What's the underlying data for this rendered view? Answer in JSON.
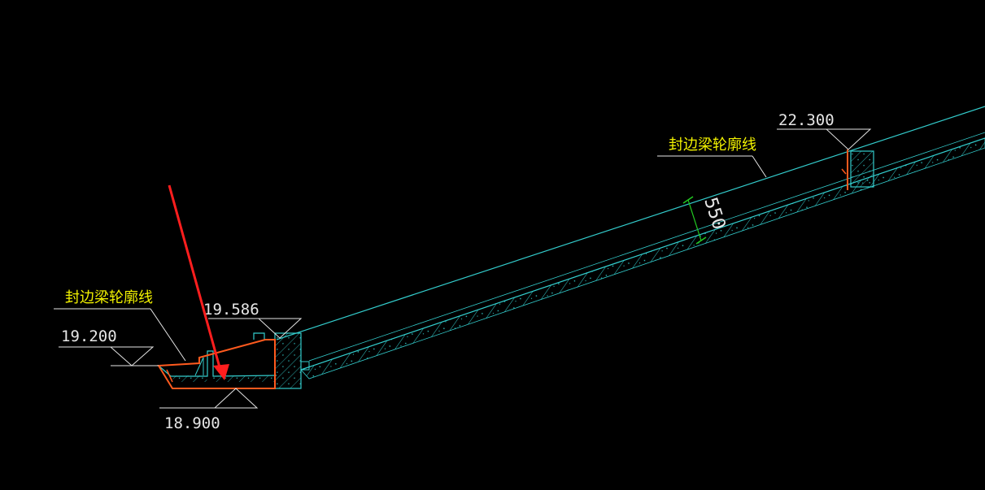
{
  "drawing": {
    "background_color": "#000000",
    "colors": {
      "slab_outline": "#33cccc",
      "highlight_outline": "#ff5a1e",
      "annotation_text": "#e6e6e6",
      "label_text": "#f2f200",
      "dimension_line": "#22cc22",
      "arrow": "#ff1e1e"
    },
    "elevations": {
      "e1": "19.200",
      "e2": "19.586",
      "e3": "18.900",
      "e4": "22.300"
    },
    "labels": {
      "left_beam_outline": "封边梁轮廓线",
      "right_beam_outline": "封边梁轮廓线"
    },
    "dimension": {
      "thickness": "550"
    },
    "icons": {
      "pointer": "red-arrow-icon",
      "elevation_marker": "triangle-elevation-icon"
    }
  }
}
